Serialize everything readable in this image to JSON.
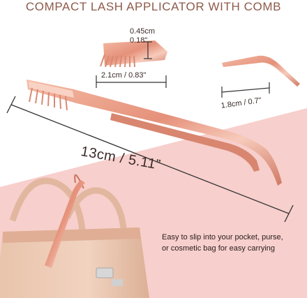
{
  "headline": "COMPACT LASH APPLICATOR WITH COMB",
  "dimensions": {
    "head_width_cm": "0.45cm",
    "head_width_in": "0.18\"",
    "comb_length": "2.1cm / 0.83\"",
    "tip_length": "1.8cm / 0.7\"",
    "total_length": "13cm / 5.11”"
  },
  "caption": {
    "line1": "Easy to slip into your pocket, purse,",
    "line2": "or cosmetic bag for easy carrying"
  },
  "colors": {
    "rose_gold": "#e7a08a",
    "rose_gold_dark": "#c9735e",
    "pink_background": "#f7cfcc",
    "bag": "#e8c4ae"
  },
  "icons": [
    "lash-applicator-image",
    "comb-head-image",
    "curved-tip-image",
    "handbag-image"
  ]
}
